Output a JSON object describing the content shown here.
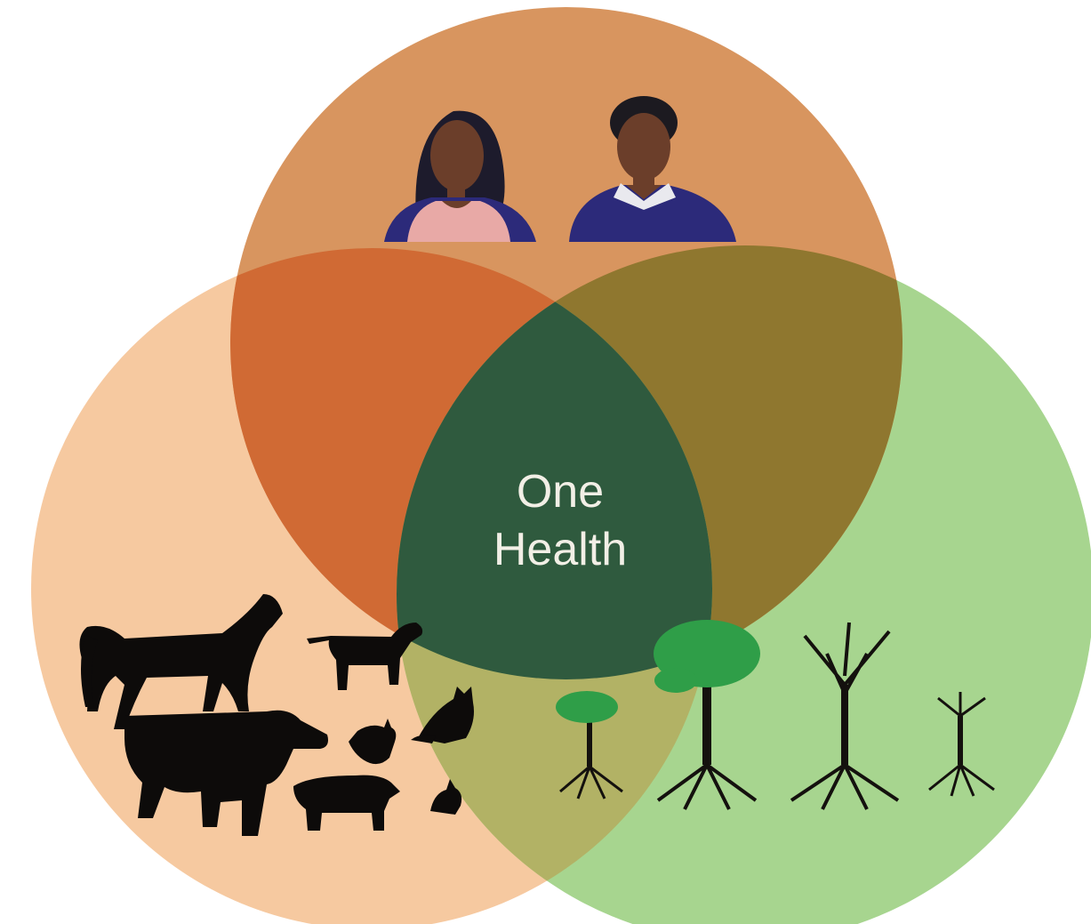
{
  "diagram": {
    "center_label_line1": "One",
    "center_label_line2": "Health",
    "circles": [
      {
        "name": "humans",
        "color": "#d8955f"
      },
      {
        "name": "animals",
        "color": "#f6c9a0"
      },
      {
        "name": "environment",
        "color": "#a7d58f"
      }
    ],
    "overlap_colors": {
      "humans-animals": "#d06a34",
      "humans-environment": "#8f772f",
      "animals-environment": "#b2b265",
      "center": "#2f5a3e"
    },
    "icons": [
      "woman-icon",
      "man-icon",
      "horse-icon",
      "dog-icon",
      "cow-icon",
      "chicken-icon",
      "cat-icon",
      "pig-icon",
      "rabbit-icon",
      "tree-icon"
    ]
  }
}
